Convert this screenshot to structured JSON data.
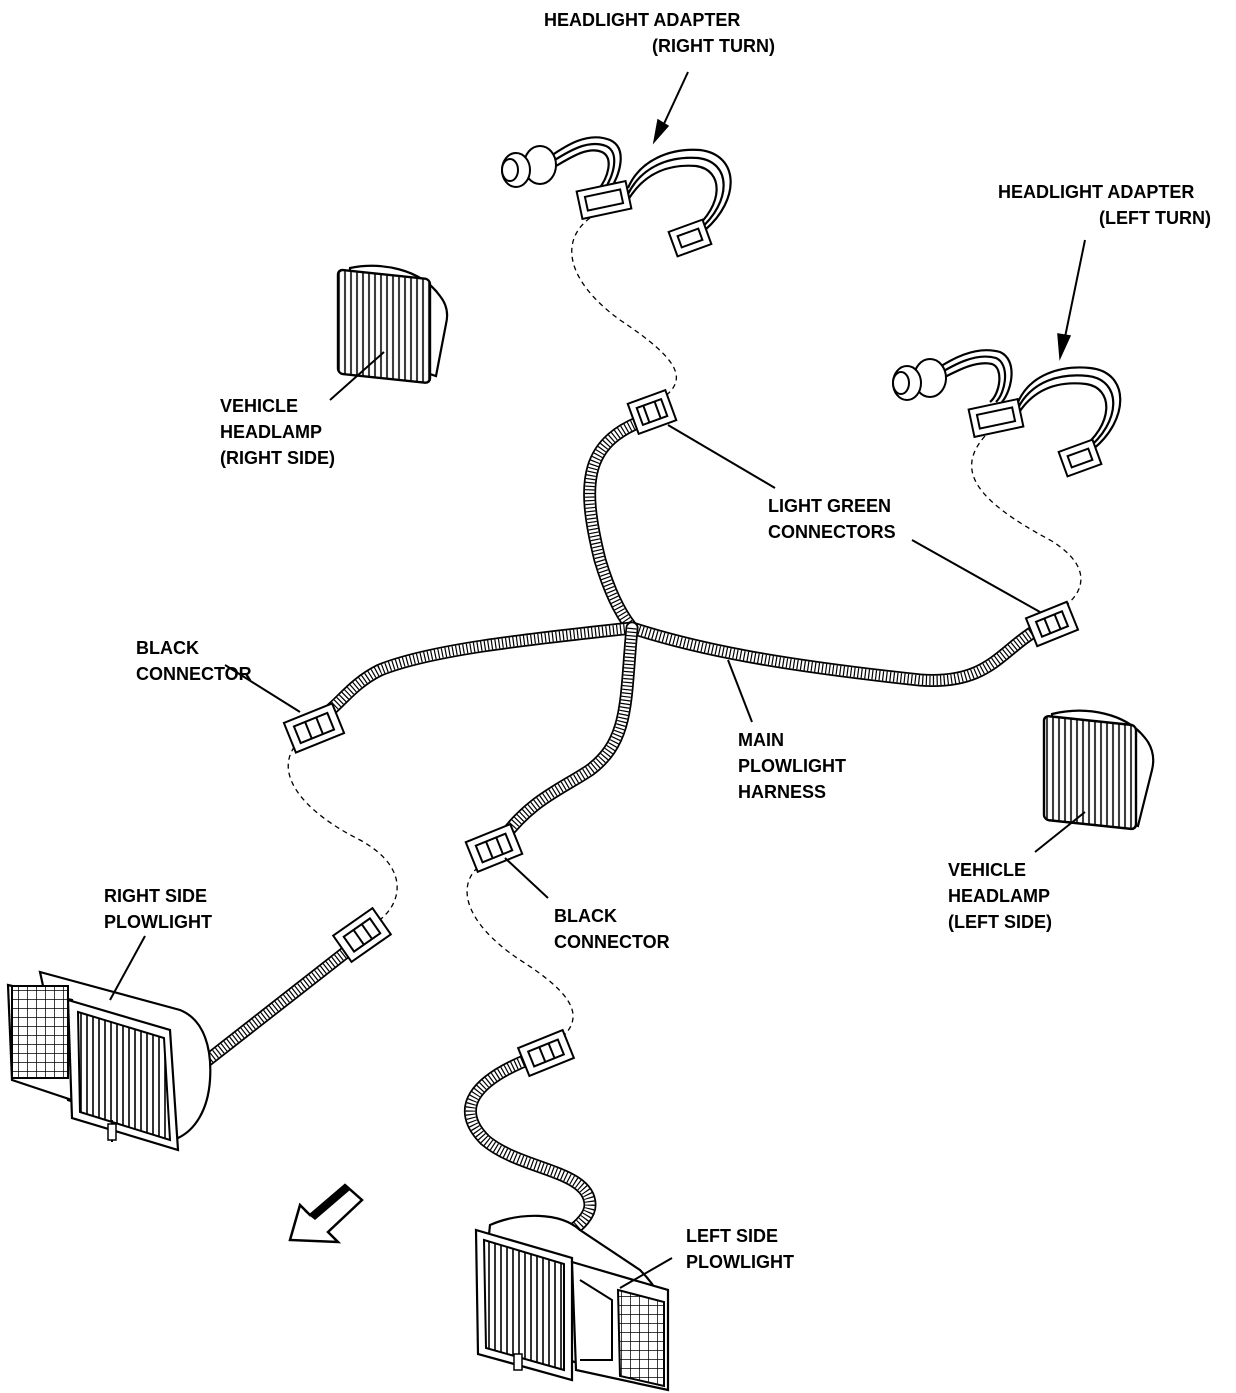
{
  "labels": {
    "adapter_right_line1": "HEADLIGHT ADAPTER",
    "adapter_right_line2": "(RIGHT TURN)",
    "adapter_left_line1": "HEADLIGHT ADAPTER",
    "adapter_left_line2": "(LEFT TURN)",
    "headlamp_right_line1": "VEHICLE",
    "headlamp_right_line2": "HEADLAMP",
    "headlamp_right_line3": "(RIGHT SIDE)",
    "green_line1": "LIGHT GREEN",
    "green_line2": "CONNECTORS",
    "black_upper_line1": "BLACK",
    "black_upper_line2": "CONNECTOR",
    "main_line1": "MAIN",
    "main_line2": "PLOWLIGHT",
    "main_line3": "HARNESS",
    "headlamp_left_line1": "VEHICLE",
    "headlamp_left_line2": "HEADLAMP",
    "headlamp_left_line3": "(LEFT SIDE)",
    "right_plow_line1": "RIGHT SIDE",
    "right_plow_line2": "PLOWLIGHT",
    "black_lower_line1": "BLACK",
    "black_lower_line2": "CONNECTOR",
    "left_plow_line1": "LEFT SIDE",
    "left_plow_line2": "PLOWLIGHT"
  },
  "colors": {
    "ink": "#000000",
    "paper": "#ffffff"
  }
}
